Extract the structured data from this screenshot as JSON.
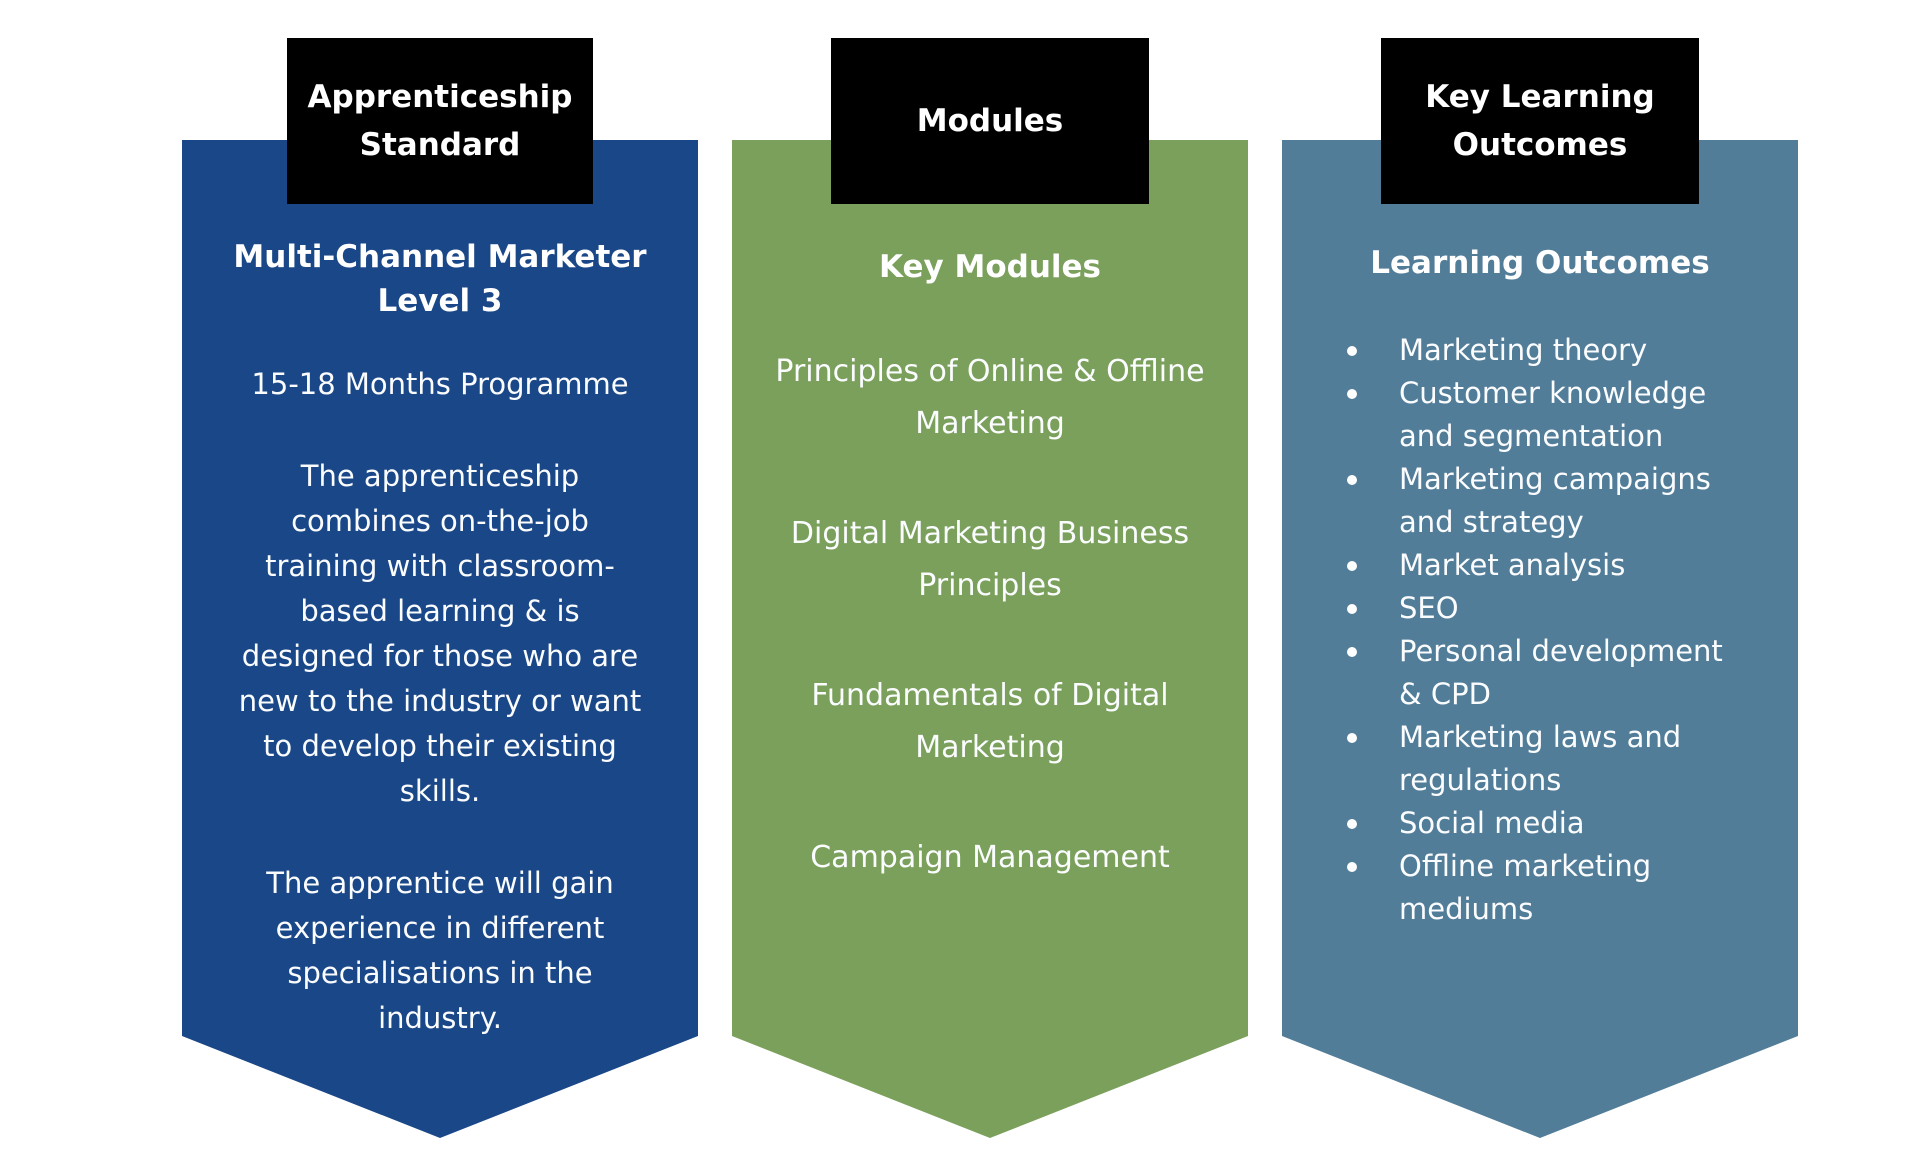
{
  "page_bg": "#ffffff",
  "header_box_color": "#000000",
  "header_text_color": "#ffffff",
  "body_text_color": "#ffffff",
  "columns": [
    {
      "id": "apprenticeship-standard",
      "header": "Apprenticeship\nStandard",
      "banner_color": "#1a4787",
      "title": "Multi-Channel Marketer\nLevel 3",
      "paragraphs": [
        "15-18 Months Programme",
        "The apprenticeship\ncombines on-the-job\ntraining with classroom-\nbased learning & is\ndesigned for those who are\nnew to the industry or want\nto develop their existing\nskills.",
        "The apprentice will gain\nexperience in different\nspecialisations in the\nindustry."
      ]
    },
    {
      "id": "modules",
      "header": "Modules",
      "banner_color": "#7aa05c",
      "title": "Key Modules",
      "items": [
        "Principles of Online & Offline\nMarketing",
        "Digital Marketing Business\nPrinciples",
        "Fundamentals of Digital\nMarketing",
        "Campaign Management"
      ]
    },
    {
      "id": "key-learning-outcomes",
      "header": "Key Learning\nOutcomes",
      "banner_color": "#527d99",
      "title": "Learning Outcomes",
      "bullets": [
        "Marketing theory",
        "Customer knowledge\nand segmentation",
        "Marketing campaigns\nand strategy",
        "Market analysis",
        "SEO",
        "Personal development\n& CPD",
        "Marketing laws and\nregulations",
        "Social media",
        "Offline marketing\nmediums"
      ]
    }
  ]
}
